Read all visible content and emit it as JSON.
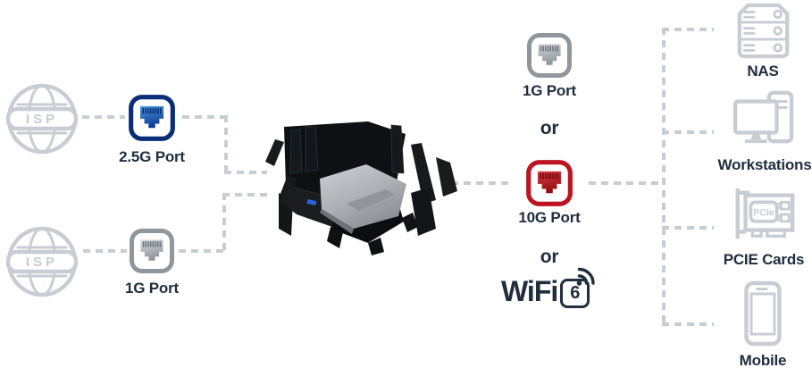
{
  "colors": {
    "background": "#ffffff",
    "label_text": "#202e3d",
    "connector_gray": "#c8cdd4",
    "icon_gray": "#c8cdd4",
    "port_blue": {
      "ring": "#0b2d78",
      "face_light": "#4d9be0",
      "face_dark": "#0e3c96"
    },
    "port_gray": {
      "ring": "#8f969c",
      "face_light": "#d8dbdf",
      "face_dark": "#8e959b"
    },
    "port_red": {
      "ring": "#bc1420",
      "face_light": "#e23b42",
      "face_dark": "#8f0e14"
    }
  },
  "left": {
    "isp_top": {
      "label": "ISP"
    },
    "isp_bottom": {
      "label": "ISP"
    },
    "port_25g": {
      "label": "2.5G Port"
    },
    "port_1g": {
      "label": "1G Port"
    }
  },
  "middle": {
    "port_1g": {
      "label": "1G Port"
    },
    "or_top": "or",
    "port_10g": {
      "label": "10G Port"
    },
    "or_bottom": "or",
    "wifi": {
      "brand": "WiFi",
      "standard": "6"
    }
  },
  "right": {
    "pcie_chip_text": "PCIe",
    "items": [
      {
        "label": "NAS"
      },
      {
        "label": "Workstations"
      },
      {
        "label": "PCIE Cards"
      },
      {
        "label": "Mobile"
      }
    ]
  }
}
